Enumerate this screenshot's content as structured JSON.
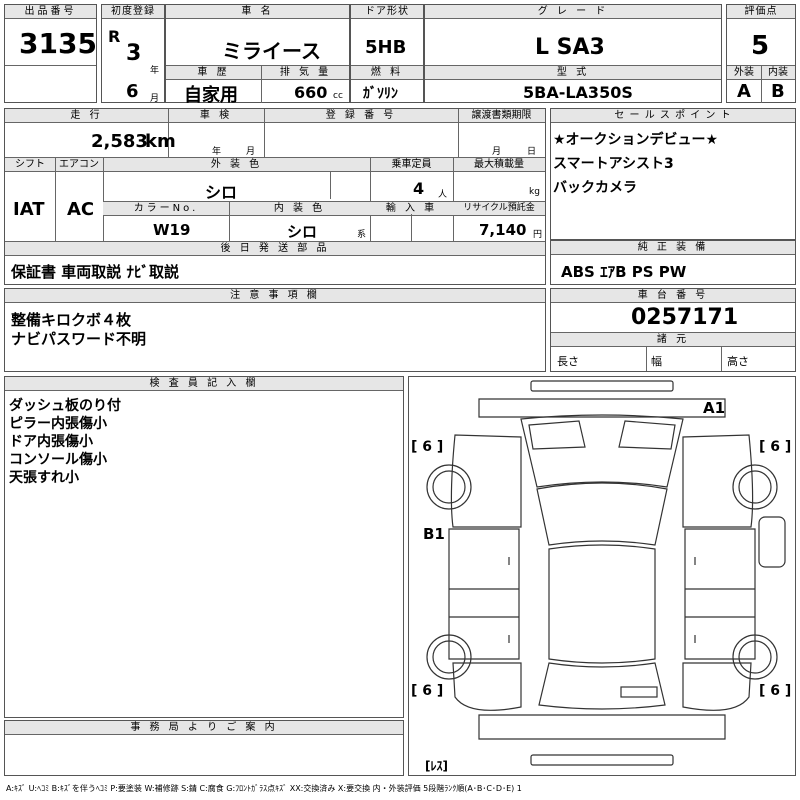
{
  "header": {
    "lot_label": "出品番号",
    "lot": "3135",
    "reg_label": "初度登録",
    "era": "R",
    "year": "3",
    "year_unit": "年",
    "month": "6",
    "month_unit": "月",
    "car_name_label": "車 名",
    "car_name": "ミライース",
    "door_label": "ドア形状",
    "door": "5HB",
    "grade_label": "グ レ ー ド",
    "grade": "L SA3",
    "score_label": "評価点",
    "score": "5",
    "history_label": "車 歴",
    "history": "自家用",
    "displacement_label": "排 気 量",
    "displacement": "660",
    "displacement_unit": "cc",
    "fuel_label": "燃 料",
    "fuel": "ｶﾞｿﾘﾝ",
    "model_label": "型 式",
    "model": "5BA-LA350S",
    "exterior_label": "外装",
    "exterior": "A",
    "interior_label": "内装",
    "interior": "B"
  },
  "row2": {
    "mileage_label": "走 行",
    "mileage": "2,583",
    "mileage_unit": "km",
    "inspection_label": "車 検",
    "inspection_year_unit": "年",
    "inspection_month_unit": "月",
    "regno_label": "登 録 番 号",
    "transfer_label": "譲渡書類期限",
    "transfer_month_unit": "月",
    "transfer_day_unit": "日",
    "shift_label": "シフト",
    "shift": "IAT",
    "ac_label": "エアコン",
    "ac": "AC",
    "color_label": "外 装 色",
    "color": "シロ",
    "capacity_label": "乗車定員",
    "capacity": "4",
    "capacity_unit": "人",
    "load_label": "最大積載量",
    "load_unit": "kg",
    "colorno_label": "カラーNo.",
    "colorno": "W19",
    "intcolor_label": "内 装 色",
    "intcolor": "シロ",
    "intcolor_unit": "系",
    "import_label": "輸 入 車",
    "recycle_label": "リサイクル預託金",
    "recycle": "7,140",
    "recycle_unit": "円"
  },
  "sales_points": {
    "label": "セ ー ル ス ポ イ ン ト",
    "lines": [
      "★オークションデビュー★",
      "スマートアシスト3",
      "バックカメラ"
    ]
  },
  "later_parts": {
    "label": "後 日 発 送 部 品",
    "text": "保証書 車両取説 ﾅﾋﾞ取説"
  },
  "genuine": {
    "label": "純 正 装 備",
    "text": "ABS ｴｱB PS PW"
  },
  "notes": {
    "label": "注 意 事 項 欄",
    "lines": [
      "整備キロクボ４枚",
      "ナビパスワード不明"
    ]
  },
  "chassis": {
    "label": "車 台 番 号",
    "number": "0257171"
  },
  "specs": {
    "label": "諸 元",
    "length": "長さ",
    "width": "幅",
    "height": "高さ"
  },
  "inspector": {
    "label": "検 査 員 記 入 欄",
    "lines": [
      "ダッシュ板のり付",
      "ピラー内張傷小",
      "ドア内張傷小",
      "コンソール傷小",
      "天張すれ小"
    ]
  },
  "office": {
    "label": "事 務 局 よ り ご 案 内"
  },
  "diagram": {
    "marks": {
      "a1": "A1",
      "b1": "B1",
      "fl": "[ 6 ]",
      "fr": "[ 6 ]",
      "rl": "[ 6 ]",
      "rr": "[ 6 ]",
      "spare": "[ﾚｽ]"
    }
  },
  "legend": "A:ｷｽﾞ U:ﾍｺﾐ B:ｷｽﾞを伴うﾍｺﾐ P:要塗装 W:補修跡 S:錆 C:腐食 G:ﾌﾛﾝﾄｶﾞﾗｽ点ｷｽﾞ XX:交換済み X:要交換 内・外装評価 5段階ﾗﾝｸ順(A･B･C･D･E) 1"
}
